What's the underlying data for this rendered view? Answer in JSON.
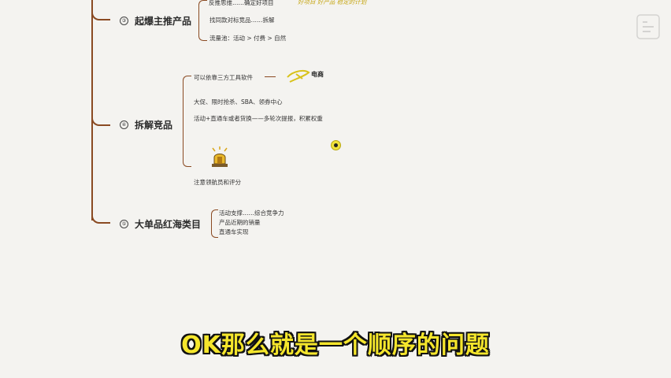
{
  "mindmap": {
    "node_a": {
      "number": "③",
      "title": "起爆主推产品",
      "leaves": [
        "反推思维……确定好项目",
        "找同款对标竞品……拆解",
        "流量池：活动 > 付费 > 自然"
      ],
      "note": "好项目 好产品 稳定的计划"
    },
    "node_b": {
      "number": "④",
      "title": "拆解竞品",
      "leaves": [
        "可以依靠三方工具软件",
        "大促、限时抢杀、SBA、领券中心",
        "活动+直通车或者货换——多轮次提报，积累权重",
        "注意领航员和评分"
      ],
      "scribble_label": "电商",
      "alarm_icon": "alarm-light-icon"
    },
    "node_c": {
      "number": "⑤",
      "title": "大单品红海类目",
      "leaves": [
        "活动支撑……综合竞争力",
        "产品近期的销量",
        "直通车实现"
      ]
    }
  },
  "subtitle": "OK那么就是一个顺序的问题",
  "colors": {
    "branch": "#8a4a22",
    "subtitle": "#f5e62c",
    "background": "#f4f3f0"
  },
  "logo_icon": "watermark-logo-icon"
}
